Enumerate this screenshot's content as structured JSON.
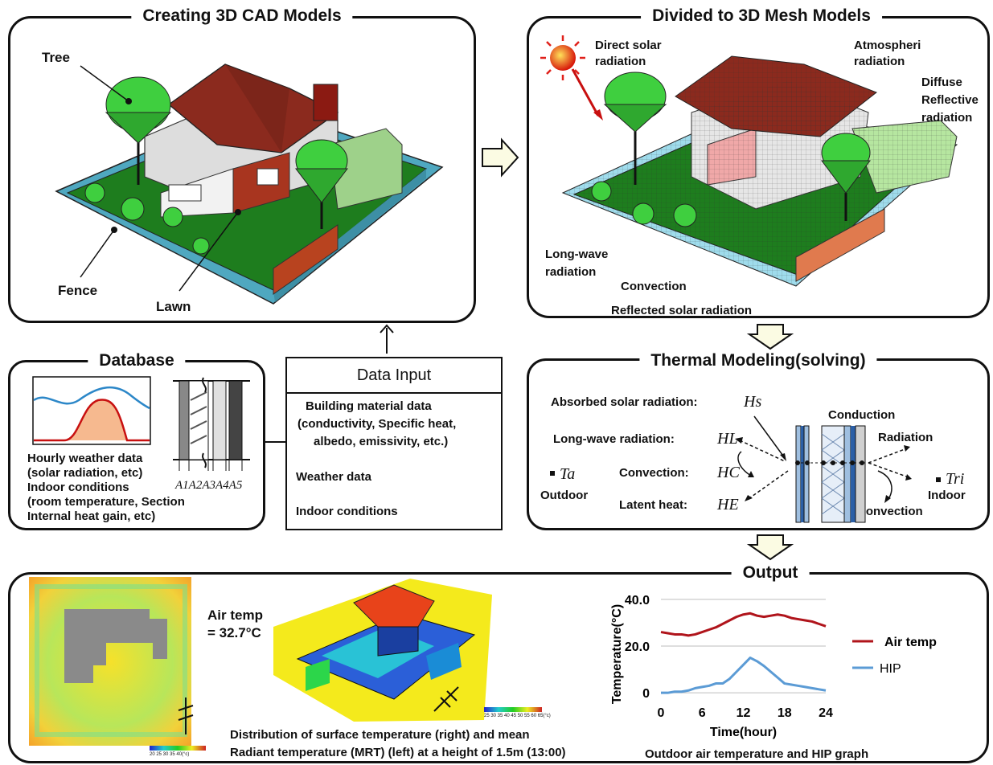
{
  "panels": {
    "cad": {
      "title": "Creating 3D CAD Models",
      "labels": {
        "tree": "Tree",
        "fence": "Fence",
        "lawn": "Lawn"
      }
    },
    "mesh": {
      "title": "Divided to 3D Mesh Models",
      "labels": {
        "direct_solar_1": "Direct solar",
        "direct_solar_2": "radiation",
        "atmos_1": "Atmospheri",
        "atmos_2": "radiation",
        "diffuse_1": "Diffuse",
        "diffuse_2": "Reflective",
        "diffuse_3": "radiation",
        "longwave_1": "Long-wave",
        "longwave_2": "radiation",
        "convection": "Convection",
        "reflected": "Reflected solar radiation"
      }
    },
    "database": {
      "title": "Database",
      "text": [
        "Hourly weather data",
        "(solar radiation, etc)",
        "Indoor conditions",
        "(room temperature, Section",
        "Internal heat gain, etc)"
      ],
      "layers": "A1A2A3A4A5"
    },
    "data_input": {
      "title": "Data Input",
      "building_1": "Building material data",
      "building_2": "(conductivity, Specific heat,",
      "building_3": "albedo, emissivity, etc.)",
      "weather": "Weather data",
      "indoor": "Indoor conditions"
    },
    "thermal": {
      "title": "Thermal Modeling(solving)",
      "absorbed": "Absorbed solar radiation:",
      "absorbed_sym": "Hs",
      "longwave": "Long-wave radiation:",
      "longwave_sym": "HL",
      "convection": "Convection:",
      "convection_sym": "HC",
      "latent": "Latent heat:",
      "latent_sym": "HE",
      "ta": "Ta",
      "outdoor": "Outdoor",
      "conduction": "Conduction",
      "radiation": "Radiation",
      "tri": "Tri",
      "indoor": "Indoor",
      "convection_right": "Convection"
    },
    "output": {
      "title": "Output",
      "air_temp_1": "Air temp",
      "air_temp_2": "= 32.7°C",
      "caption_1": "Distribution of surface temperature (right) and mean",
      "caption_2": "Radiant temperature (MRT) (left) at a height of 1.5m (13:00)",
      "graph_caption": "Outdoor air temperature and HIP graph",
      "left_scale": "20  25  30  35  40(°c)",
      "right_scale": "25 30 35 40 45 50 55 60 65(°c)"
    }
  },
  "colors": {
    "air_temp": "#b0141b",
    "hip": "#5b9bd5",
    "lawn": "#1f8a1f",
    "fence": "#5bb4cc",
    "roof": "#8b2a1e"
  },
  "chart_data": {
    "type": "line",
    "xlabel": "Time(hour)",
    "ylabel": "Temperature(°C)",
    "x": [
      0,
      1,
      2,
      3,
      4,
      5,
      6,
      7,
      8,
      9,
      10,
      11,
      12,
      13,
      14,
      15,
      16,
      17,
      18,
      19,
      20,
      21,
      22,
      23,
      24
    ],
    "x_ticks": [
      "0",
      "6",
      "12",
      "18",
      "24"
    ],
    "x_tick_values": [
      0,
      6,
      12,
      18,
      24
    ],
    "y_ticks": [
      "40.0",
      "20.0",
      "0"
    ],
    "y_tick_values": [
      40,
      20,
      0
    ],
    "ylim": [
      -2,
      42
    ],
    "series": [
      {
        "name": "Air temp",
        "values": [
          26,
          25.5,
          25,
          25,
          24.5,
          25,
          26,
          27,
          28,
          29.5,
          31,
          32.5,
          33.5,
          34,
          33,
          32.5,
          33,
          33.5,
          33,
          32,
          31.5,
          31,
          30.5,
          29.5,
          28.5
        ]
      },
      {
        "name": "HIP",
        "values": [
          0,
          0,
          0.5,
          0.5,
          1,
          2,
          2.5,
          3,
          4,
          4,
          6,
          9,
          12,
          15,
          13.5,
          11.5,
          9,
          6.5,
          4,
          3.5,
          3,
          2.5,
          2,
          1.5,
          1
        ]
      }
    ],
    "legend": "right",
    "grid": true
  }
}
